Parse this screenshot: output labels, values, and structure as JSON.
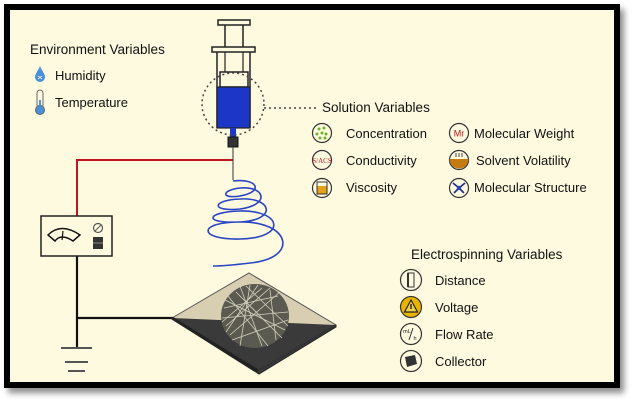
{
  "environment": {
    "title": "Environment Variables",
    "items": [
      {
        "icon": "water-drop-icon",
        "label": "Humidity"
      },
      {
        "icon": "thermometer-icon",
        "label": "Temperature"
      }
    ]
  },
  "solution": {
    "title": "Solution Variables",
    "items": [
      {
        "icon": "concentration-dots-icon",
        "label": "Concentration"
      },
      {
        "icon": "conductivity-siemens-icon",
        "icon_text": "S/ACS",
        "label": "Conductivity"
      },
      {
        "icon": "viscosity-beaker-icon",
        "label": "Viscosity"
      },
      {
        "icon": "molecular-weight-icon",
        "icon_text": "Mr",
        "label": "Molecular Weight"
      },
      {
        "icon": "solvent-volatility-bowl-icon",
        "label": "Solvent Volatility"
      },
      {
        "icon": "molecular-structure-icon",
        "label": "Molecular Structure"
      }
    ]
  },
  "electrospinning": {
    "title": "Electrospinning Variables",
    "items": [
      {
        "icon": "distance-ruler-icon",
        "label": "Distance"
      },
      {
        "icon": "voltage-warning-icon",
        "label": "Voltage"
      },
      {
        "icon": "flow-rate-icon",
        "icon_text": "mL/h",
        "label": "Flow Rate"
      },
      {
        "icon": "collector-plate-icon",
        "label": "Collector"
      }
    ]
  },
  "colors": {
    "background": "#fefadf",
    "solution_blue": "#1c37c8",
    "wire_red": "#c0141e",
    "fiber_blue": "#2a44c4",
    "collector_plate": "#d8ceb2",
    "warning_yellow": "#e8b400",
    "bowl_orange": "#c77a12"
  }
}
